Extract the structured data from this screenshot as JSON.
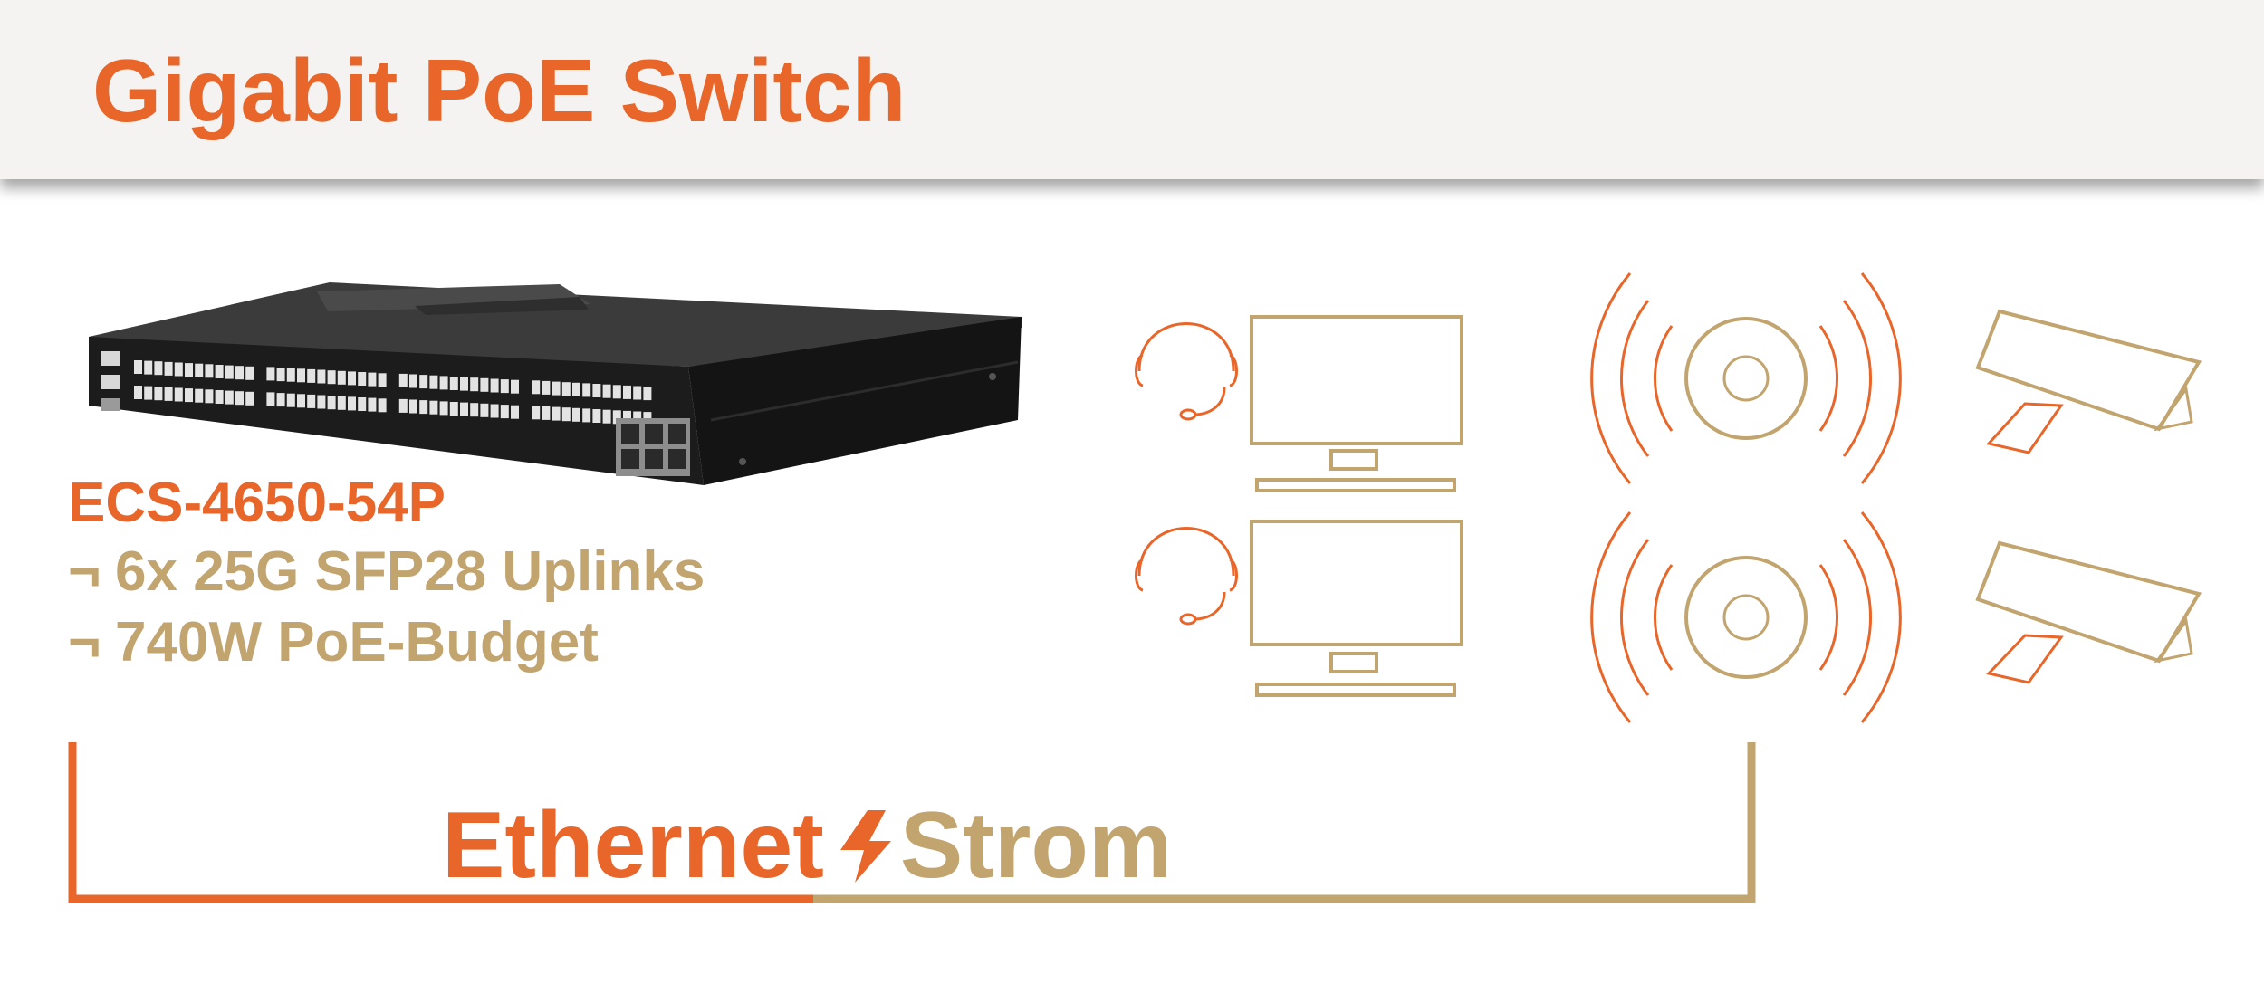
{
  "header": {
    "title": "Gigabit PoE Switch"
  },
  "product": {
    "model": "ECS-4650-54P",
    "features": [
      {
        "bullet": "¬",
        "text": "6x 25G SFP28 Uplinks"
      },
      {
        "bullet": "¬",
        "text": "740W PoE-Budget"
      }
    ]
  },
  "connection": {
    "left_label": "Ethernet",
    "right_label": "Strom"
  },
  "colors": {
    "orange": "#e8662a",
    "gold": "#c2a46f",
    "header_bg": "#f4f3f1",
    "switch_body": "#1c1c1c"
  },
  "icons": [
    "network-switch-image",
    "headset-icon",
    "monitor-icon",
    "speaker-icon",
    "security-camera-icon",
    "lightning-bolt-icon"
  ]
}
